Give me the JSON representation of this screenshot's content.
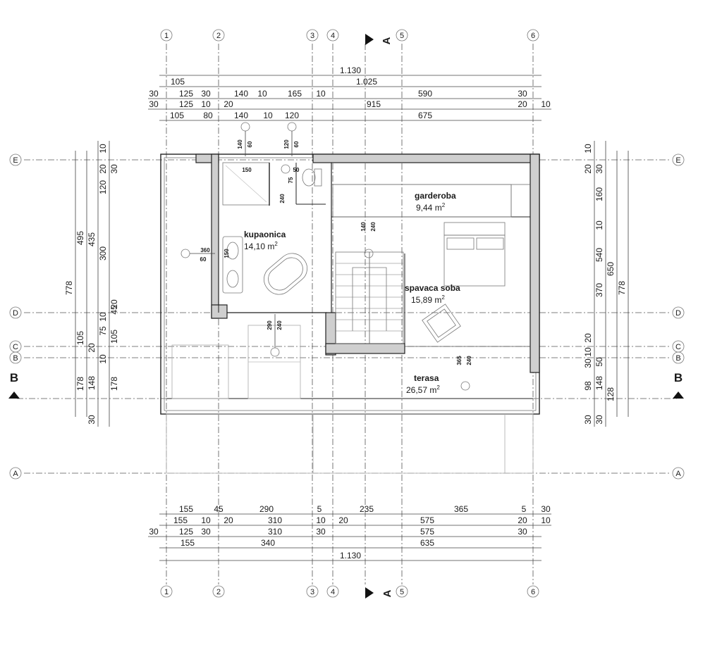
{
  "rooms": {
    "kupaonica": {
      "name": "kupaonica",
      "area": "14,10 m",
      "sup": "2"
    },
    "garderoba": {
      "name": "garderoba",
      "area": "9,44 m",
      "sup": "2"
    },
    "spavaca": {
      "name": "spavaca soba",
      "area": "15,89 m",
      "sup": "2"
    },
    "terasa": {
      "name": "terasa",
      "area": "26,57 m",
      "sup": "2"
    }
  },
  "axes": {
    "top": [
      "1",
      "2",
      "3",
      "4",
      "5",
      "6"
    ],
    "side": [
      "E",
      "D",
      "C",
      "B",
      "A"
    ],
    "section_a": "A",
    "section_b": "B"
  },
  "dims_top": {
    "r1": [
      "1.130"
    ],
    "r2": [
      "105",
      "1.025"
    ],
    "r3": [
      "30",
      "125",
      "30",
      "140",
      "10",
      "165",
      "10",
      "590",
      "30"
    ],
    "r4": [
      "30",
      "125",
      "10",
      "20",
      "915",
      "20",
      "10"
    ],
    "r5": [
      "105",
      "80",
      "140",
      "10",
      "120",
      "675"
    ]
  },
  "dims_bottom": {
    "r1": [
      "155",
      "45",
      "290",
      "5",
      "235",
      "365",
      "5",
      "30"
    ],
    "r2": [
      "155",
      "10",
      "20",
      "310",
      "10",
      "20",
      "575",
      "20",
      "10"
    ],
    "r3": [
      "30",
      "125",
      "30",
      "310",
      "30",
      "575",
      "30"
    ],
    "r4": [
      "155",
      "340",
      "635"
    ],
    "r5": [
      "1.130"
    ]
  },
  "dims_left": {
    "outer": "778",
    "c2": [
      "495",
      "105",
      "178"
    ],
    "c3": [
      "435",
      "20",
      "148",
      "30"
    ],
    "c4": [
      "10",
      "20",
      "120",
      "300",
      "10",
      "75",
      "10"
    ],
    "c5": [
      "30",
      "20",
      "45",
      "105",
      "178"
    ]
  },
  "dims_right": {
    "outer": "778",
    "c2": [
      "650",
      "128"
    ],
    "c3": [
      "540",
      "370",
      "50",
      "148",
      "30"
    ],
    "c4": [
      "10",
      "20",
      "30",
      "160",
      "10",
      "20",
      "10",
      "30",
      "98",
      "30"
    ]
  },
  "markers": {
    "m1": [
      "140",
      "60"
    ],
    "m2": [
      "120",
      "60"
    ],
    "m3": [
      "150"
    ],
    "m4": [
      "50"
    ],
    "m5": [
      "240",
      "75"
    ],
    "m6": [
      "360",
      "60",
      "150"
    ],
    "m7": [
      "140",
      "240"
    ],
    "m8": [
      "290",
      "240"
    ],
    "m9": [
      "365",
      "240"
    ]
  }
}
